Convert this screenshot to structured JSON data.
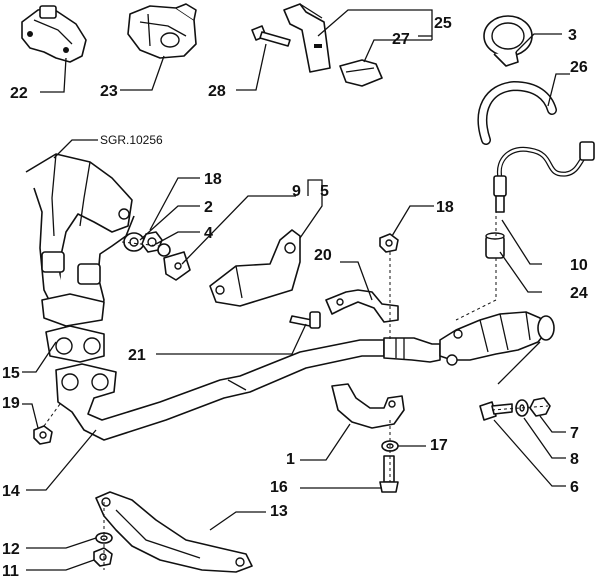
{
  "reference_label": "SGR.10256",
  "callouts": [
    "22",
    "23",
    "28",
    "25",
    "27",
    "3",
    "26",
    "18",
    "2",
    "4",
    "9",
    "5",
    "18",
    "20",
    "10",
    "24",
    "15",
    "21",
    "19",
    "14",
    "1",
    "17",
    "7",
    "8",
    "16",
    "6",
    "13",
    "12",
    "11"
  ]
}
